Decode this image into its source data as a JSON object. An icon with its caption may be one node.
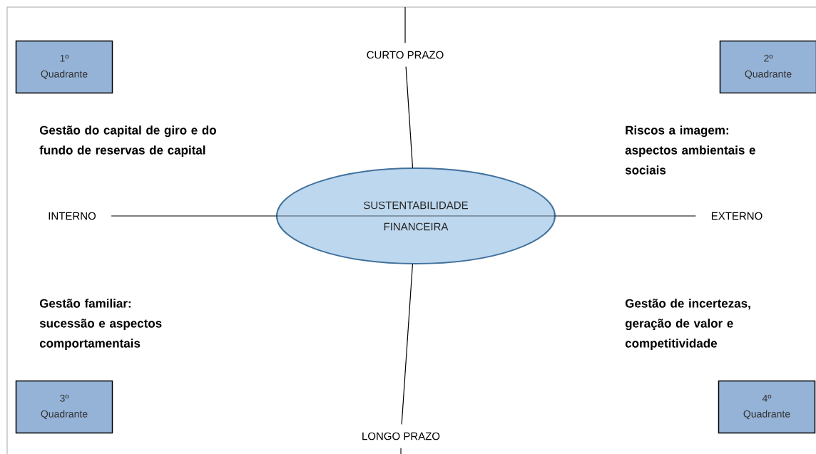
{
  "diagram": {
    "nodes": [
      {
        "text": [
          "1º Quadrante"
        ]
      },
      {
        "text": [
          "CURTO PRAZO"
        ]
      },
      {
        "text": [
          "2º Quadrante"
        ]
      },
      {
        "text": [
          "INTERNO"
        ]
      },
      {
        "text": [
          "SUSTENTABILIDADE",
          "FINANCEIRA"
        ]
      },
      {
        "text": [
          "EXTERNO"
        ]
      },
      {
        "text": [
          "3º Quadrante"
        ]
      },
      {
        "text": [
          "LONGO PRAZO"
        ]
      },
      {
        "text": [
          "4º Quadrante"
        ]
      }
    ],
    "edges": [
      {
        "from": null,
        "to": 1,
        "arrow": "none"
      },
      {
        "from": 1,
        "to": 4,
        "arrow": "none"
      },
      {
        "from": 3,
        "to": 4,
        "arrow": "none"
      },
      {
        "from": 4,
        "to": 5,
        "arrow": "none"
      },
      {
        "from": 4,
        "to": 7,
        "arrow": "none"
      },
      {
        "from": 7,
        "to": null,
        "arrow": "none"
      }
    ],
    "labels": [
      "Gestão do capital de giro e do fundo de reservas de capital",
      "Riscos a imagem: aspectos ambientais e sociais",
      "Gestão familiar: sucessão e aspectos comportamentais",
      "Gestão de incertezas, geração de valor e competitividade"
    ]
  }
}
